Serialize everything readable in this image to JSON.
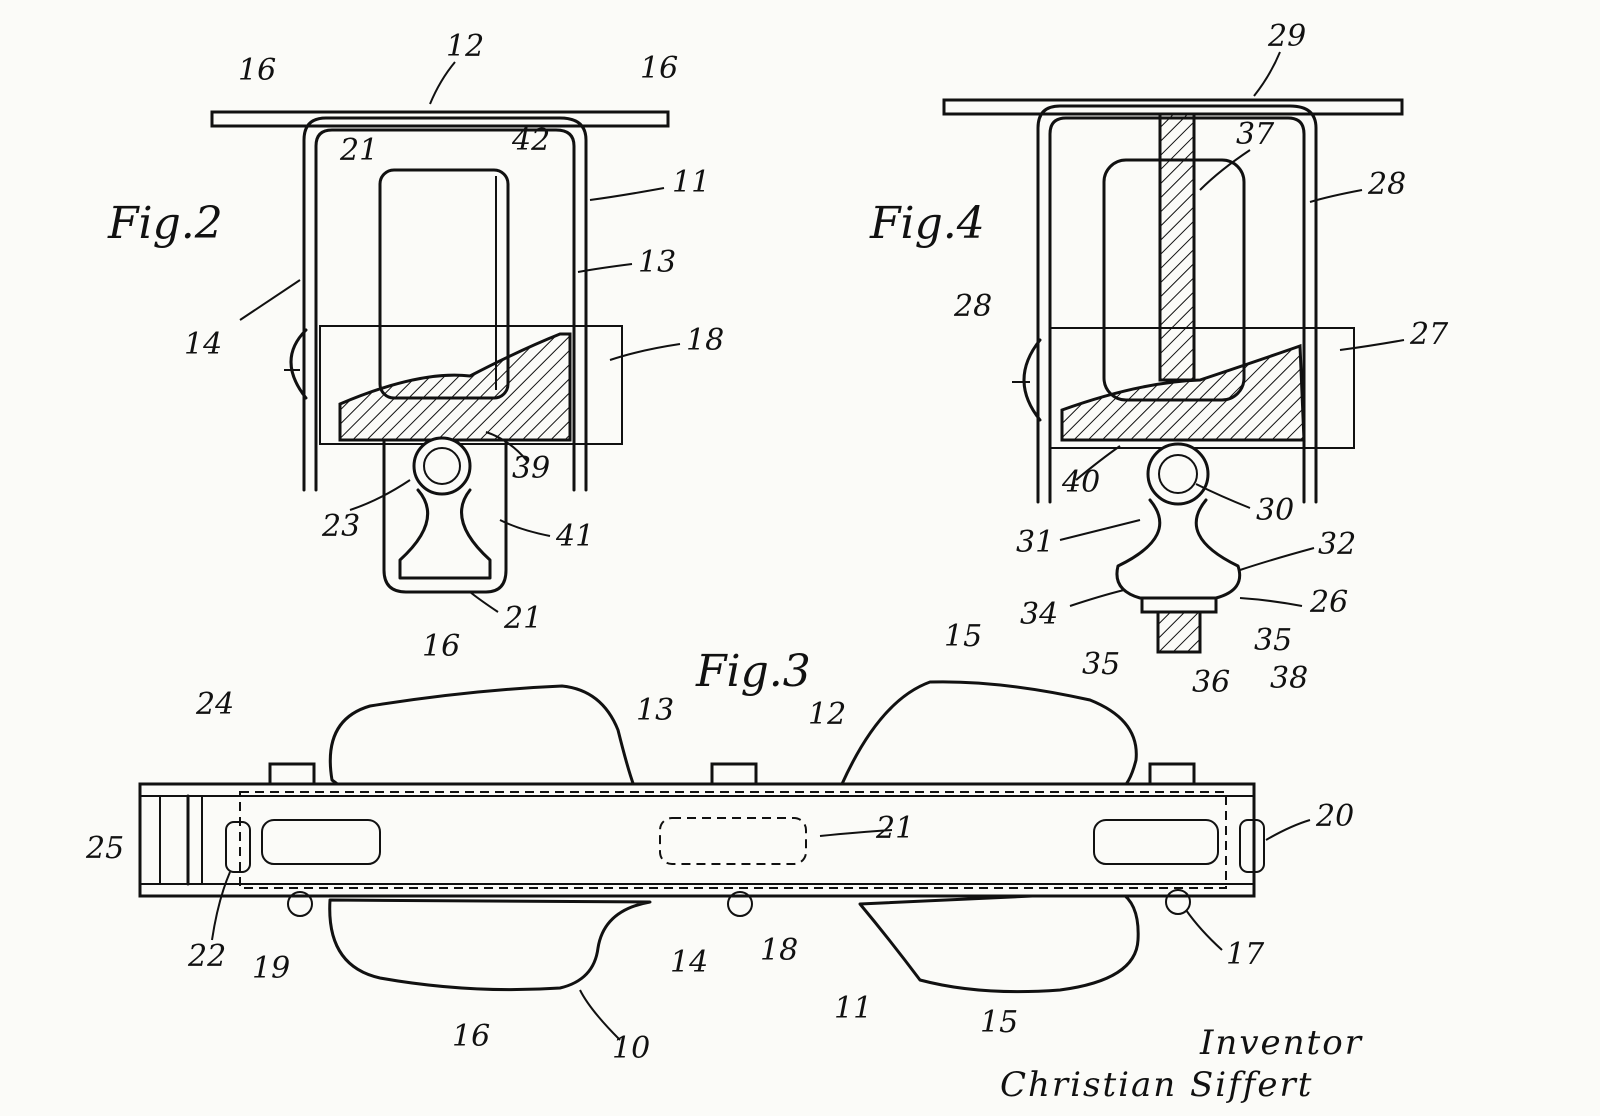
{
  "figures": {
    "fig2": {
      "title": "Fig.2",
      "labels": [
        "16",
        "12",
        "16",
        "21",
        "42",
        "11",
        "13",
        "14",
        "18",
        "39",
        "23",
        "41",
        "21"
      ]
    },
    "fig4": {
      "title": "Fig.4",
      "labels": [
        "29",
        "37",
        "28",
        "28",
        "27",
        "40",
        "30",
        "31",
        "32",
        "34",
        "26",
        "35",
        "35",
        "36",
        "38"
      ]
    },
    "fig3": {
      "title": "Fig.3",
      "labels": [
        "16",
        "15",
        "24",
        "13",
        "12",
        "25",
        "21",
        "20",
        "22",
        "19",
        "14",
        "18",
        "17",
        "16",
        "10",
        "11",
        "15"
      ]
    }
  },
  "inventor": {
    "caption": "Inventor",
    "name": "Christian Siffert"
  }
}
